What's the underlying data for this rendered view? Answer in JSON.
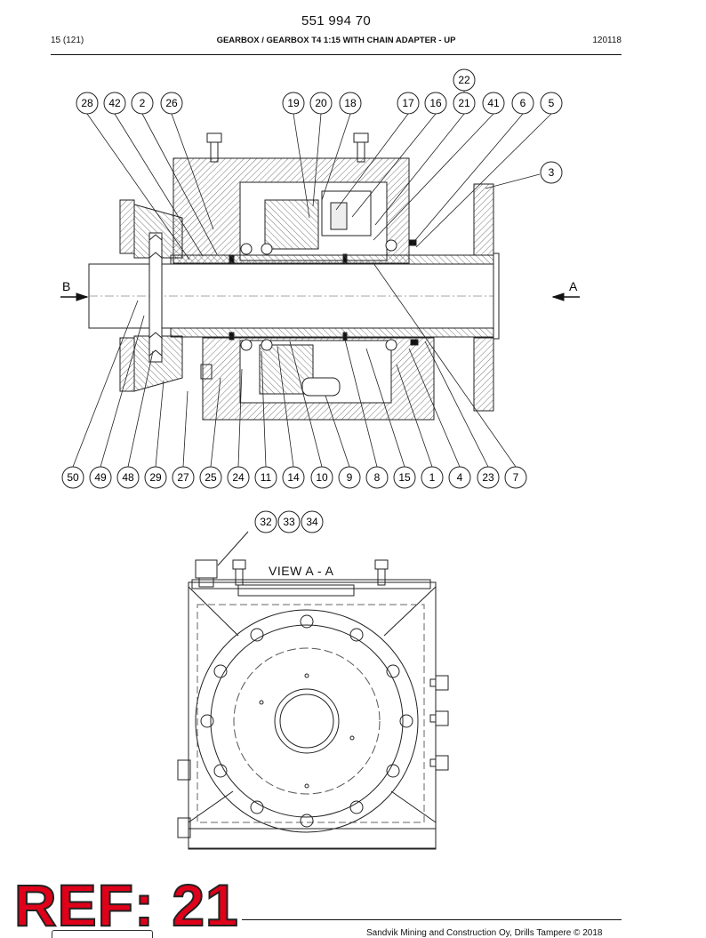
{
  "header": {
    "doc_number": "551 994 70",
    "page": "15 (121)",
    "title": "GEARBOX / GEARBOX T4 1:15 WITH CHAIN ADAPTER - UP",
    "date_code": "120118"
  },
  "section_view": {
    "label_left": "B",
    "label_right": "A"
  },
  "balloons_top": [
    "28",
    "42",
    "2",
    "26",
    "19",
    "20",
    "18",
    "17",
    "16",
    "21",
    "41",
    "6",
    "5"
  ],
  "balloon_extra_top": "22",
  "balloon_side": "3",
  "balloons_bottom": [
    "50",
    "49",
    "48",
    "29",
    "27",
    "25",
    "24",
    "11",
    "14",
    "10",
    "9",
    "8",
    "15",
    "1",
    "4",
    "23",
    "7"
  ],
  "view_aa": {
    "label": "VIEW  A - A",
    "balloons": [
      "32",
      "33",
      "34"
    ]
  },
  "stamp": {
    "text": "REF: 21",
    "color": "#e0001a"
  },
  "footer": {
    "copyright": "Sandvik Mining and Construction Oy, Drills Tampere © 2018"
  }
}
